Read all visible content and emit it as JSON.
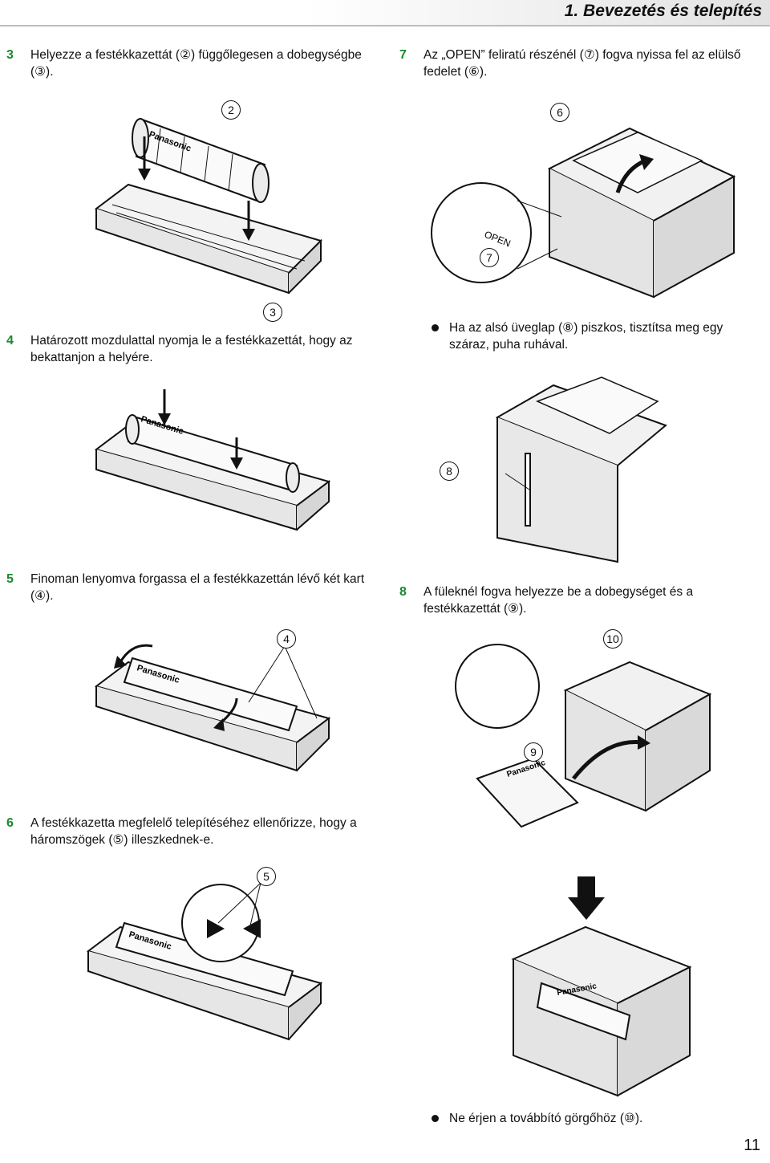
{
  "header": {
    "section_title": "1. Bevezetés és telepítés"
  },
  "steps": [
    {
      "num": "3",
      "text": "Helyezze a festékkazettát (②) függőlegesen a dobegységbe (③)."
    },
    {
      "num": "4",
      "text": "Határozott mozdulattal nyomja le a festékkazettát, hogy az bekattanjon a helyére."
    },
    {
      "num": "5",
      "text": "Finoman lenyomva forgassa el a festékkazettán lévő két kart (④)."
    },
    {
      "num": "6",
      "text": "A festékkazetta megfelelő telepítéséhez ellenőrizze, hogy a háromszögek (⑤) illeszkednek-e."
    },
    {
      "num": "7",
      "text": "Az „OPEN” feliratú részénél (⑦) fogva nyissa fel az elülső fedelet (⑥)."
    },
    {
      "num": "8",
      "text": "A füleknél fogva helyezze be a dobegységet és a festékkazettát (⑨)."
    }
  ],
  "bullets": [
    {
      "text": "Ha az alsó üveglap (⑧) piszkos, tisztítsa meg egy száraz, puha ruhával."
    },
    {
      "text": "Ne érjen a továbbító görgőhöz (⑩)."
    }
  ],
  "callouts": {
    "c2": "2",
    "c3": "3",
    "c4": "4",
    "c5": "5",
    "c6": "6",
    "c7": "7",
    "c8": "8",
    "c9": "9",
    "c10": "10"
  },
  "labels": {
    "brand": "Panasonic",
    "open_label": "OPEN"
  },
  "page_number": "11"
}
